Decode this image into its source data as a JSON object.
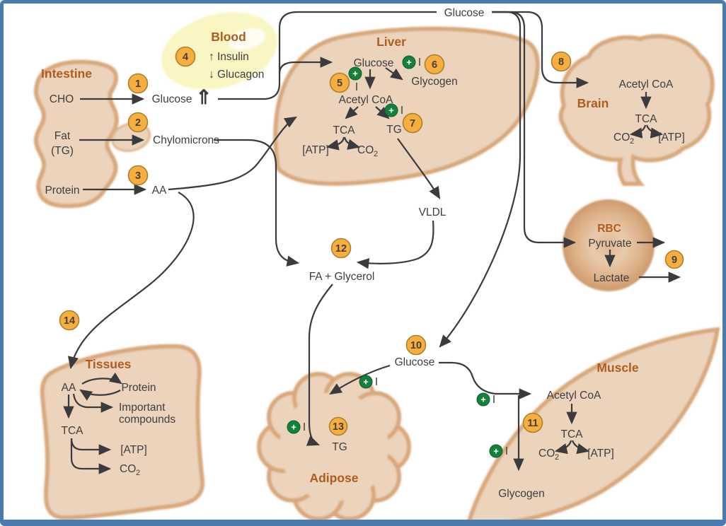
{
  "colors": {
    "frame": "#4b7ab1",
    "organ": "#ecd3bb",
    "organ_edge": "#d8a87a",
    "title": "#b05c1e",
    "text": "#3e3e40",
    "line": "#3b3b3d",
    "badge": "#f6ae3f",
    "badge_edge": "#a8812f",
    "green": "#15803d",
    "blood": "#faf6c3"
  },
  "labels": {
    "top_glucose": "Glucose",
    "mid_glucose": "Glucose",
    "sub2": "2",
    "plus": "+",
    "i": "I",
    "up": "↑",
    "down": "↓",
    "double_up": "⇑",
    "intestine": {
      "title": "Intestine",
      "cho": "CHO",
      "fat": "Fat",
      "fat_tg": "(TG)",
      "protein": "Protein"
    },
    "blood": {
      "title": "Blood",
      "insulin": "Insulin",
      "glucagon": "Glucagon"
    },
    "transport": {
      "glucose": "Glucose",
      "chylomicrons": "Chylomicrons",
      "aa": "AA",
      "vldl": "VLDL",
      "fa_glycerol": "FA + Glycerol"
    },
    "liver": {
      "title": "Liver",
      "glucose": "Glucose",
      "glycogen": "Glycogen",
      "acetyl_coa": "Acetyl CoA",
      "tca": "TCA",
      "atp": "[ATP]",
      "co": "CO",
      "tg": "TG"
    },
    "brain": {
      "title": "Brain",
      "acetyl_coa": "Acetyl CoA",
      "tca": "TCA",
      "co": "CO",
      "atp": "[ATP]"
    },
    "rbc": {
      "title": "RBC",
      "pyruvate": "Pyruvate",
      "lactate": "Lactate"
    },
    "muscle": {
      "title": "Muscle",
      "acetyl_coa": "Acetyl CoA",
      "tca": "TCA",
      "co": "CO",
      "atp": "[ATP]",
      "glycogen": "Glycogen"
    },
    "adipose": {
      "title": "Adipose",
      "tg": "TG"
    },
    "tissues": {
      "title": "Tissues",
      "aa": "AA",
      "protein": "Protein",
      "important": "Important",
      "compounds": "compounds",
      "tca": "TCA",
      "atp": "[ATP]",
      "co": "CO"
    }
  },
  "badges": {
    "n1": "1",
    "n2": "2",
    "n3": "3",
    "n4": "4",
    "n5": "5",
    "n6": "6",
    "n7": "7",
    "n8": "8",
    "n9": "9",
    "n10": "10",
    "n11": "11",
    "n12": "12",
    "n13": "13",
    "n14": "14"
  }
}
